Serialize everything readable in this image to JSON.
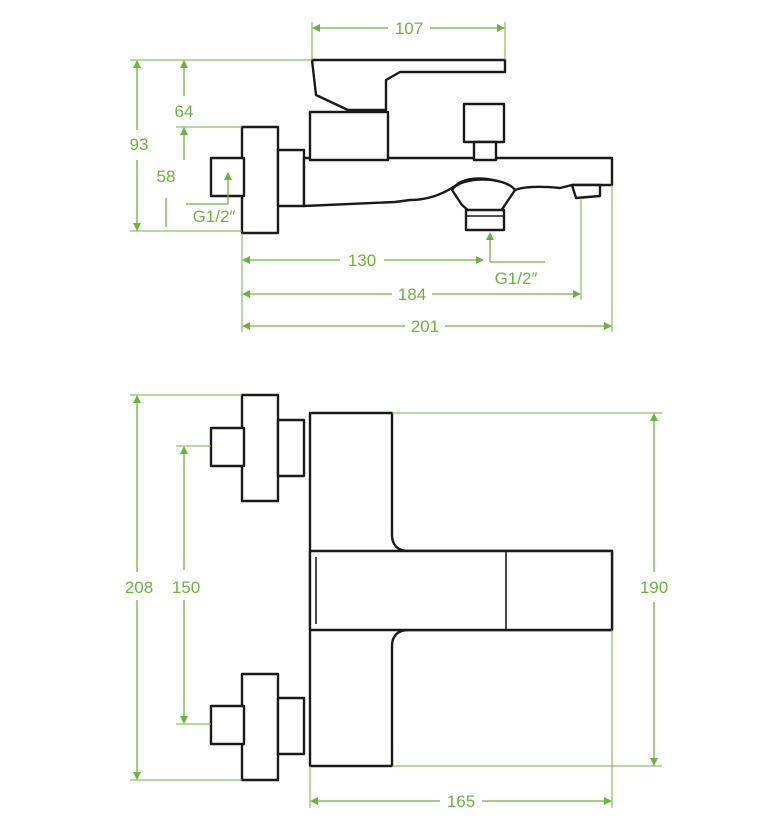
{
  "side_view": {
    "dims": {
      "width_top": "107",
      "height_64": "64",
      "height_93": "93",
      "height_58": "58",
      "thread_left": "G1/2″",
      "len_130": "130",
      "thread_bottom": "G1/2″",
      "len_184": "184",
      "len_201": "201"
    }
  },
  "top_view": {
    "dims": {
      "height_208": "208",
      "height_150": "150",
      "height_190": "190",
      "width_165": "165"
    }
  },
  "colors": {
    "dimension": "#6cb33e",
    "outline": "#1a1a1a"
  }
}
